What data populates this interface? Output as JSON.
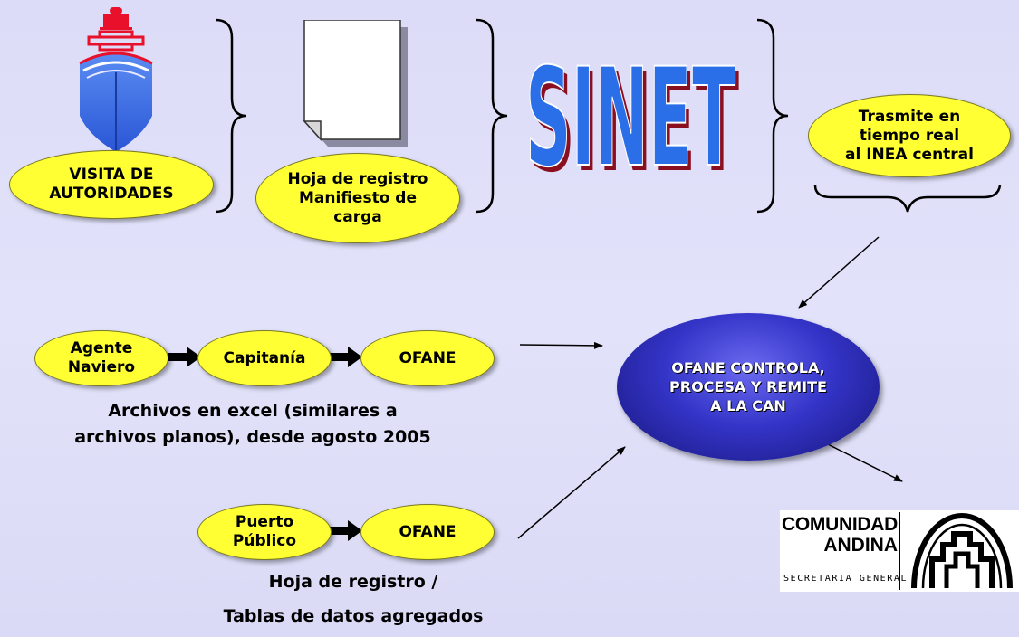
{
  "top_row": {
    "visita_oval": "VISITA DE\nAUTORIDADES",
    "hoja_oval": "Hoja de registro\nManifiesto de\ncarga",
    "sinet_logo": "SINET",
    "trasmite_oval": "Trasmite en\ntiempo real\nal INEA central"
  },
  "flow_excel": {
    "agente": "Agente\nNaviero",
    "capitania": "Capitanía",
    "ofane": "OFANE",
    "caption": "Archivos en excel  (similares a\narchivos planos), desde agosto 2005"
  },
  "flow_puerto": {
    "puerto": "Puerto\nPúblico",
    "ofane": "OFANE",
    "caption": "Hoja de registro /\nTablas de datos agregados"
  },
  "central_node": "OFANE CONTROLA,\nPROCESA Y REMITE\nA LA CAN",
  "can_logo": {
    "line1": "COMUNIDAD",
    "line2": "ANDINA",
    "subtitle": "SECRETARIA GENERAL"
  },
  "colors": {
    "oval_fill": "#ffff33",
    "central_fill": "#3434c8",
    "ship_hull": "#3a6ee8",
    "ship_superstructure": "#e8102a",
    "sinet_fill": "#2a6ee8",
    "sinet_shadow": "#8a1020"
  },
  "icons": [
    "ship-icon",
    "document-icon",
    "can-emblem-icon"
  ]
}
